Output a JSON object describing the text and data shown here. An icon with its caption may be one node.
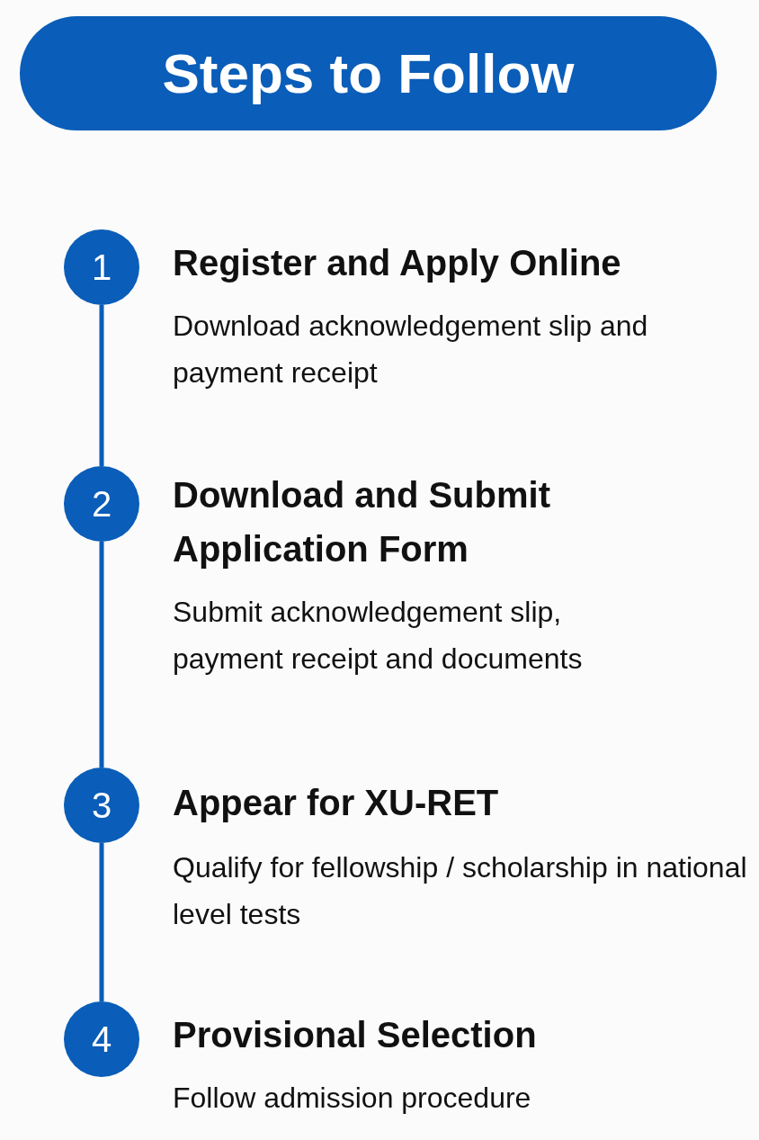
{
  "diagram": {
    "title": "Steps to Follow",
    "nodes": [
      {
        "text": [
          "1"
        ],
        "beside": [
          "Register and Apply Online",
          "Download acknowledgement slip and payment receipt"
        ]
      },
      {
        "text": [
          "2"
        ],
        "beside": [
          "Download and Submit Application Form",
          "Submit acknowledgement slip, payment receipt and documents"
        ]
      },
      {
        "text": [
          "3"
        ],
        "beside": [
          "Appear for XU-RET",
          "Qualify for fellowship / scholarship in national level tests"
        ]
      },
      {
        "text": [
          "4"
        ],
        "beside": [
          "Provisional Selection",
          "Follow admission procedure"
        ]
      }
    ],
    "edges": [
      {
        "from": 0,
        "to": 1,
        "arrow": "none"
      },
      {
        "from": 1,
        "to": 2,
        "arrow": "none"
      },
      {
        "from": 2,
        "to": 3,
        "arrow": "none"
      }
    ]
  }
}
